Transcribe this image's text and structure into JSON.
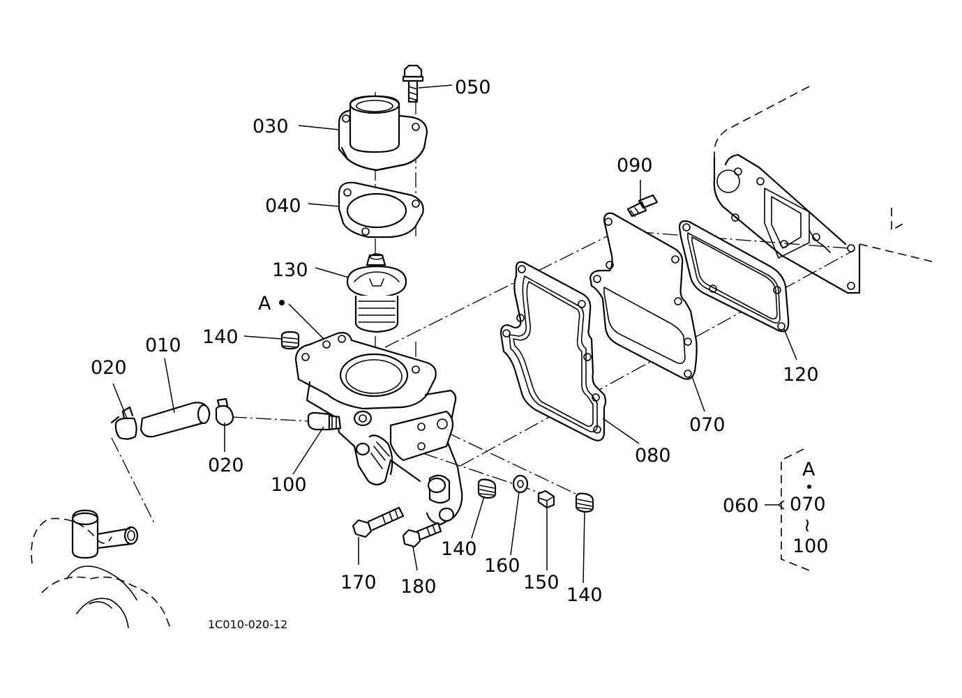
{
  "callouts": {
    "c050": "050",
    "c030": "030",
    "c040": "040",
    "c090": "090",
    "c130": "130",
    "c_a": "A",
    "c140_top": "140",
    "c010": "010",
    "c020_left": "020",
    "c020_mid": "020",
    "c100": "100",
    "c120": "120",
    "c070": "070",
    "c080": "080",
    "c140_mid": "140",
    "c160": "160",
    "c150": "150",
    "c140_right": "140",
    "c170": "170",
    "c180": "180"
  },
  "assembly_note": {
    "part": "060",
    "ref": "A",
    "from": "070",
    "range_symbol": "≀",
    "to": "100"
  },
  "drawing_code": "1C010-020-12"
}
